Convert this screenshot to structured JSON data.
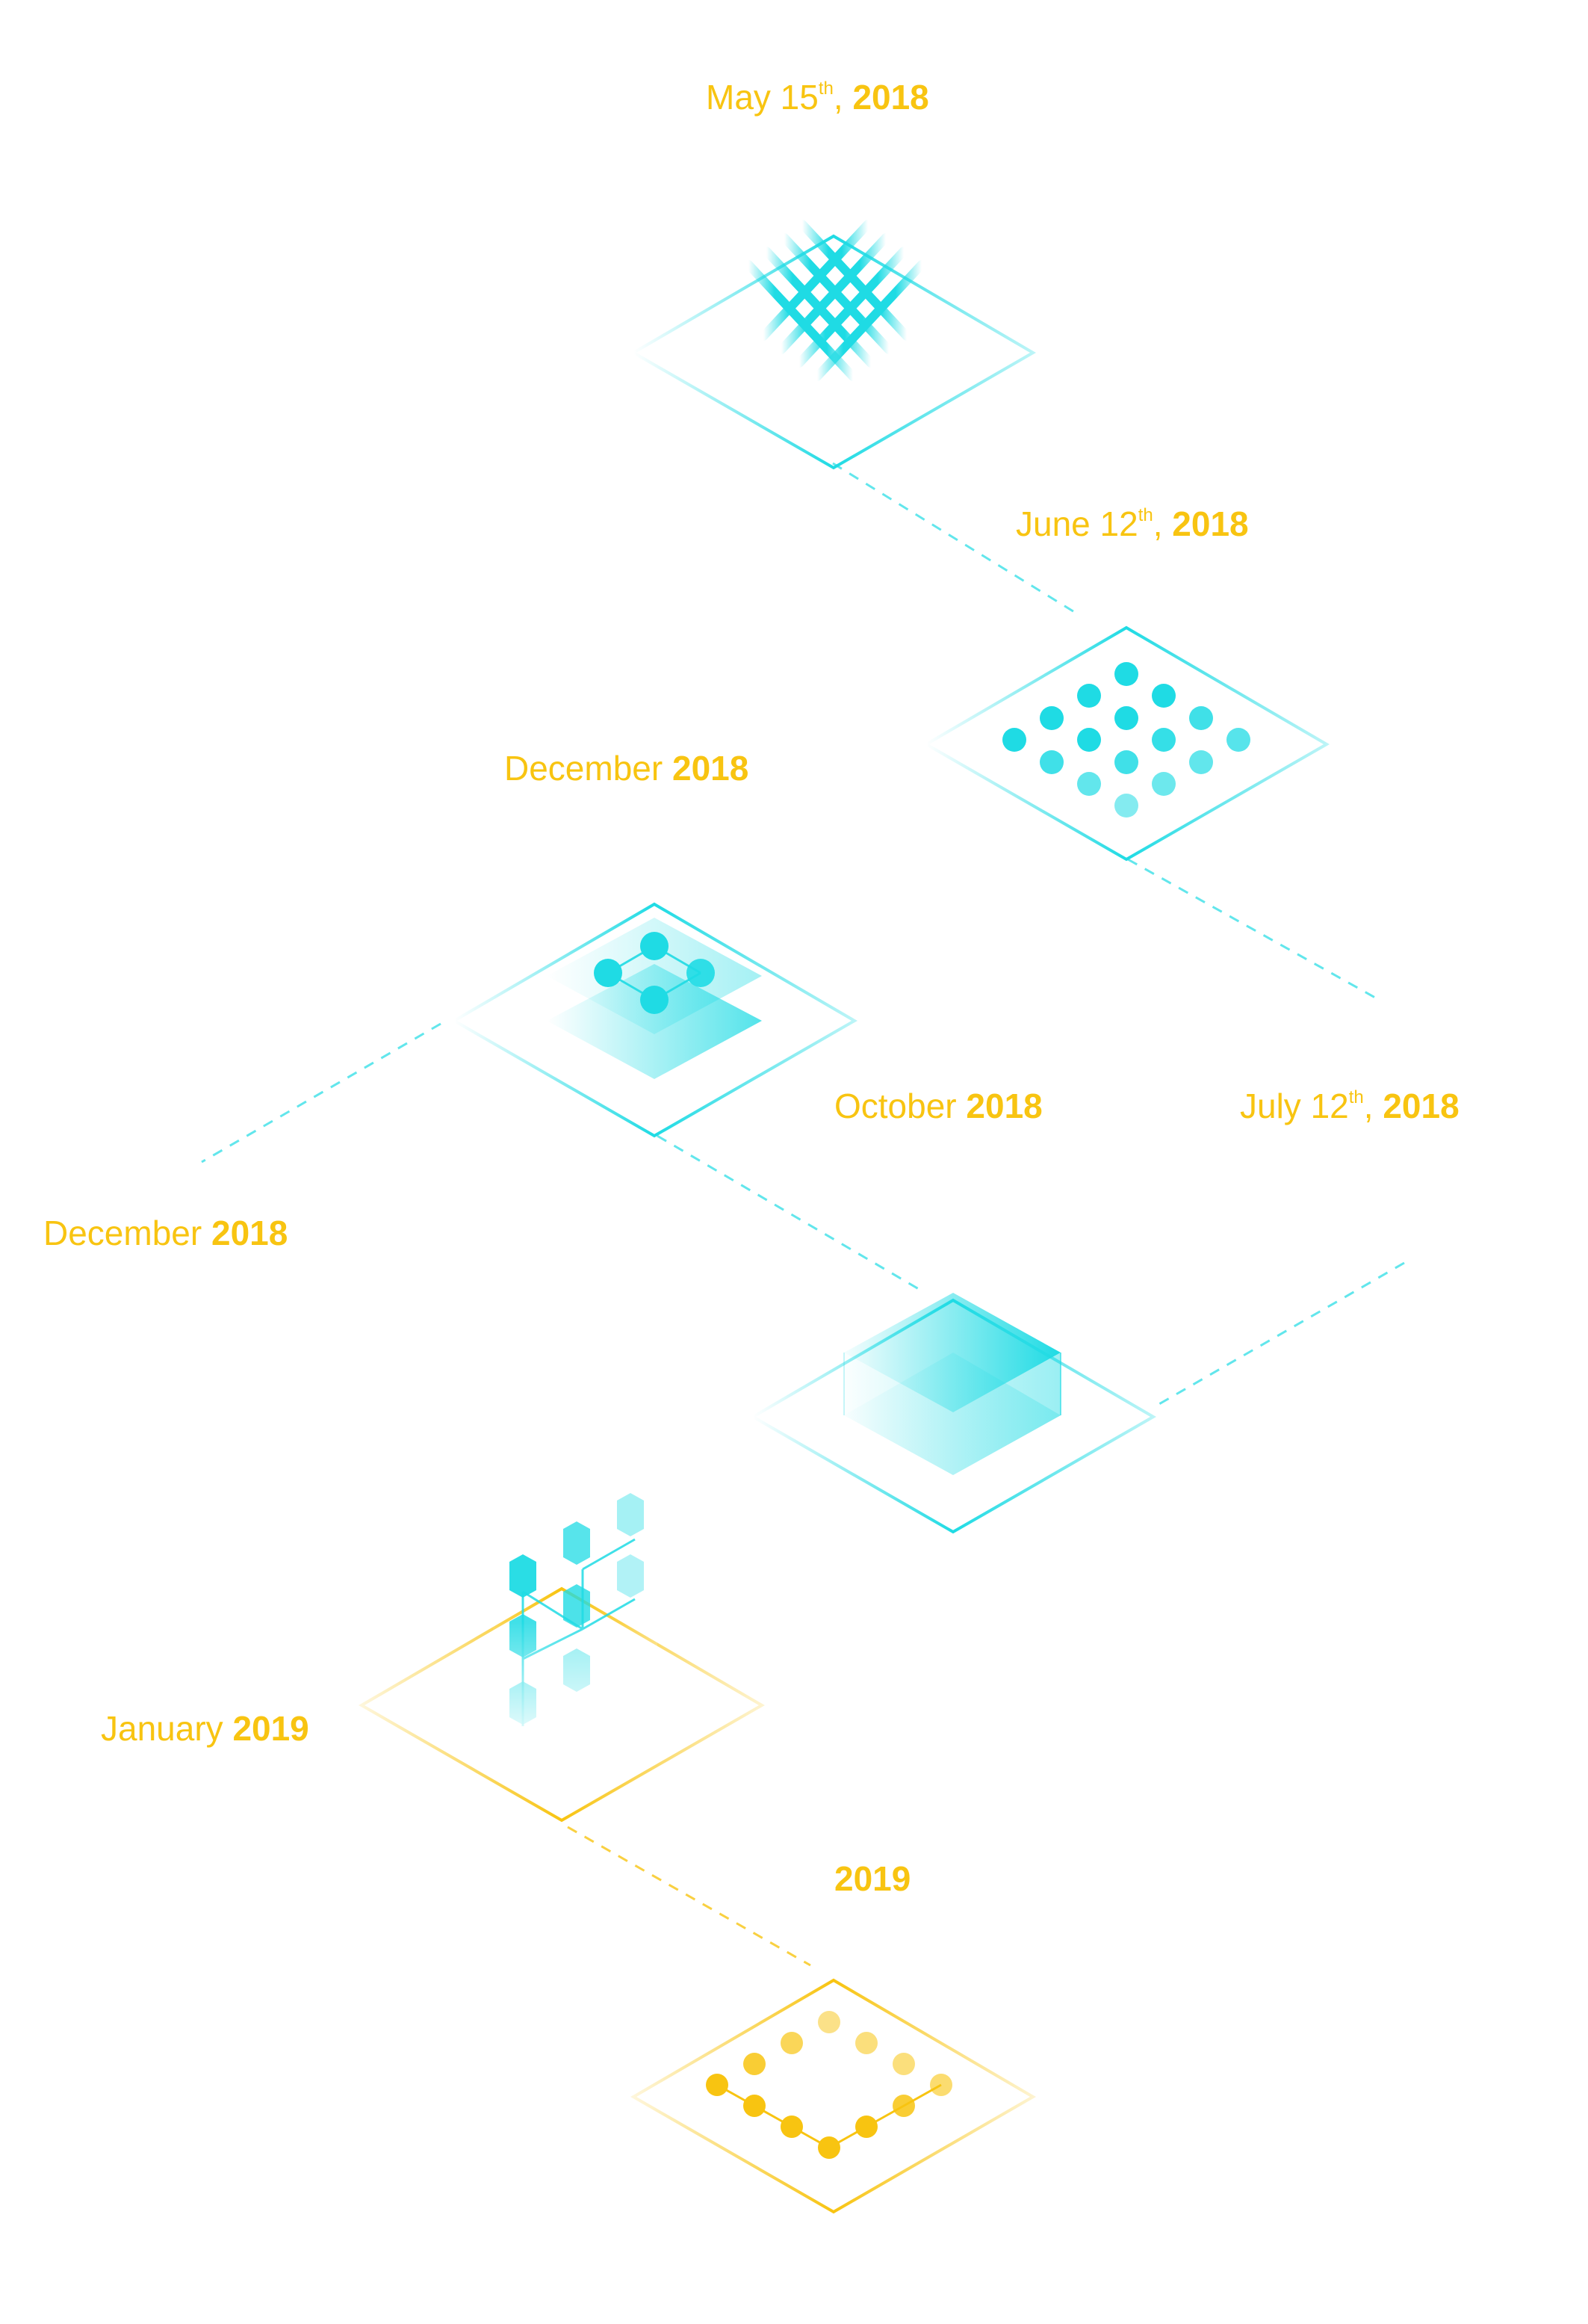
{
  "colors": {
    "cyan": "#1fdbe4",
    "cyan_light": "#8ef0f3",
    "yellow": "#f8c411",
    "yellow_light": "#ffe27a",
    "background": "#ffffff"
  },
  "milestones": [
    {
      "id": "may-2018",
      "month": "May 15",
      "suffix": "th",
      "sep": ",",
      "year": "2018",
      "icon": "crossed-lines-icon",
      "color": "cyan"
    },
    {
      "id": "june-2018",
      "month": "June 12",
      "suffix": "th",
      "sep": ",",
      "year": "2018",
      "icon": "dot-grid-icon",
      "color": "cyan"
    },
    {
      "id": "december-2018-a",
      "month": "December",
      "suffix": "",
      "sep": "",
      "year": "2018",
      "icon": "",
      "color": "yellow"
    },
    {
      "id": "october-2018",
      "month": "October",
      "suffix": "",
      "sep": "",
      "year": "2018",
      "icon": "network-layers-icon",
      "color": "cyan"
    },
    {
      "id": "july-2018",
      "month": "July 12",
      "suffix": "th",
      "sep": ",",
      "year": "2018",
      "icon": "",
      "color": "yellow"
    },
    {
      "id": "december-2018-b",
      "month": "December",
      "suffix": "",
      "sep": "",
      "year": "2018",
      "icon": "",
      "color": "yellow"
    },
    {
      "id": "block-2018",
      "month": "",
      "suffix": "",
      "sep": "",
      "year": "",
      "icon": "stacked-block-icon",
      "color": "cyan"
    },
    {
      "id": "january-2019",
      "month": "January",
      "suffix": "",
      "sep": "",
      "year": "2019",
      "icon": "cube-lattice-icon",
      "color": "yellow"
    },
    {
      "id": "year-2019",
      "month": "",
      "suffix": "",
      "sep": "",
      "year": "2019",
      "icon": "yellow-dot-diamond-icon",
      "color": "yellow"
    }
  ]
}
